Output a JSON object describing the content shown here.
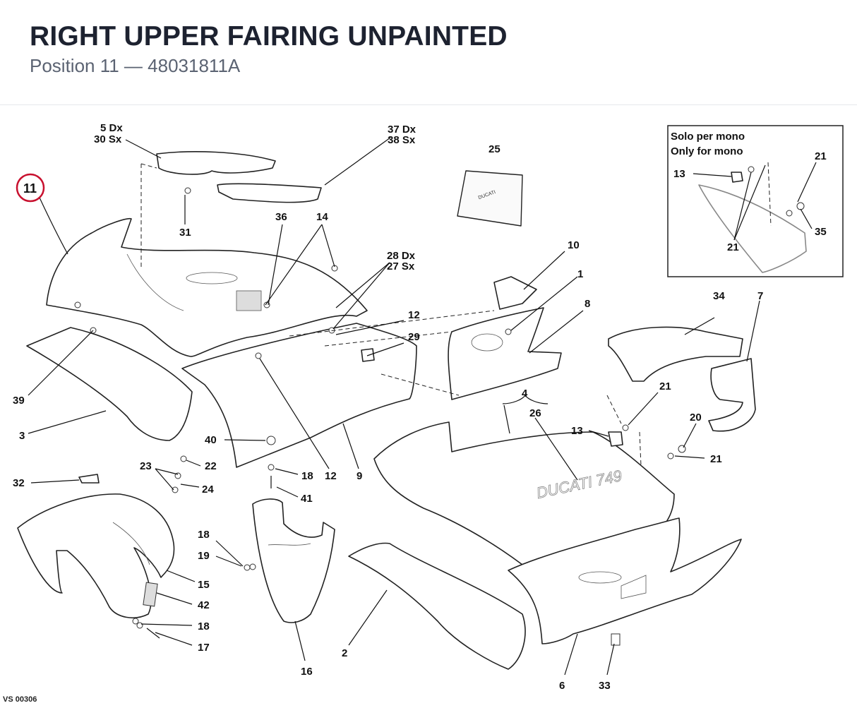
{
  "header": {
    "title": "RIGHT UPPER FAIRING UNPAINTED",
    "subtitle": "Position 11  —  48031811A"
  },
  "highlight": {
    "label": "11",
    "color": "#c8102e"
  },
  "inset": {
    "line1": "Solo per mono",
    "line2": "Only for mono"
  },
  "labels": {
    "l5dx": "5 Dx",
    "l30sx": "30 Sx",
    "l37dx": "37 Dx",
    "l38sx": "38 Sx",
    "l25": "25",
    "l31": "31",
    "l36": "36",
    "l14": "14",
    "l28dx": "28 Dx",
    "l27sx": "27 Sx",
    "l10": "10",
    "l1": "1",
    "l8": "8",
    "l12a": "12",
    "l29": "29",
    "l39": "39",
    "l3": "3",
    "l40": "40",
    "l18a": "18",
    "l12b": "12",
    "l9": "9",
    "l41": "41",
    "l22": "22",
    "l23": "23",
    "l24": "24",
    "l32": "32",
    "l4": "4",
    "l26": "26",
    "l13a": "13",
    "l13b": "13",
    "l21a": "21",
    "l21b": "21",
    "l21c": "21",
    "l21d": "21",
    "l35": "35",
    "l34": "34",
    "l7": "7",
    "l20": "20",
    "l18b": "18",
    "l19": "19",
    "l15": "15",
    "l42": "42",
    "l18c": "18",
    "l17": "17",
    "l16": "16",
    "l2": "2",
    "l6": "6",
    "l33": "33"
  },
  "footer": {
    "code": "VS 00306"
  },
  "colors": {
    "title": "#1d2230",
    "subtitle": "#5b6372",
    "line": "#222222"
  }
}
